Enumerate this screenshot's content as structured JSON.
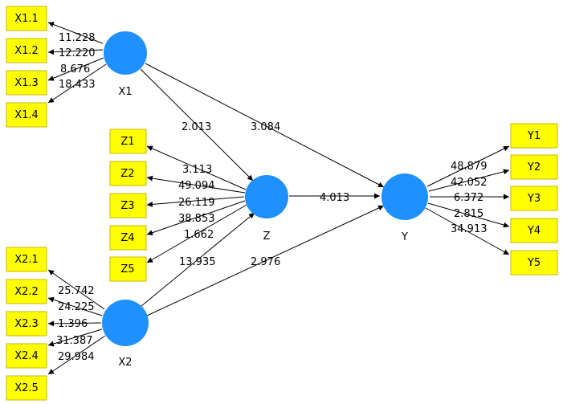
{
  "latent": {
    "x1": {
      "label": "X1"
    },
    "x2": {
      "label": "X2"
    },
    "z": {
      "label": "Z"
    },
    "y": {
      "label": "Y"
    }
  },
  "indicators": {
    "x1_1": {
      "label": "X1.1"
    },
    "x1_2": {
      "label": "X1.2"
    },
    "x1_3": {
      "label": "X1.3"
    },
    "x1_4": {
      "label": "X1.4"
    },
    "z1": {
      "label": "Z1"
    },
    "z2": {
      "label": "Z2"
    },
    "z3": {
      "label": "Z3"
    },
    "z4": {
      "label": "Z4"
    },
    "z5": {
      "label": "Z5"
    },
    "x2_1": {
      "label": "X2.1"
    },
    "x2_2": {
      "label": "X2.2"
    },
    "x2_3": {
      "label": "X2.3"
    },
    "x2_4": {
      "label": "X2.4"
    },
    "x2_5": {
      "label": "X2.5"
    },
    "y1": {
      "label": "Y1"
    },
    "y2": {
      "label": "Y2"
    },
    "y3": {
      "label": "Y3"
    },
    "y4": {
      "label": "Y4"
    },
    "y5": {
      "label": "Y5"
    }
  },
  "loadings": {
    "x1_1": "11.228",
    "x1_2": "12.220",
    "x1_3": "8.676",
    "x1_4": "18.433",
    "z1": "3.113",
    "z2": "49.094",
    "z3": "26.119",
    "z4": "38.853",
    "z5": "1.662",
    "x2_1": "25.742",
    "x2_2": "24.225",
    "x2_3": "1.396",
    "x2_4": "31.387",
    "x2_5": "29.984",
    "y1": "48.879",
    "y2": "42.052",
    "y3": "6.372",
    "y4": "2.815",
    "y5": "34.913"
  },
  "paths": {
    "x1_z": "2.013",
    "x1_y": "3.084",
    "z_y": "4.013",
    "x2_z": "13.935",
    "x2_y": "2.976"
  },
  "colors": {
    "latent_fill": "#1e90ff",
    "indicator_fill": "#ffff00",
    "indicator_border": "#c8b400"
  }
}
